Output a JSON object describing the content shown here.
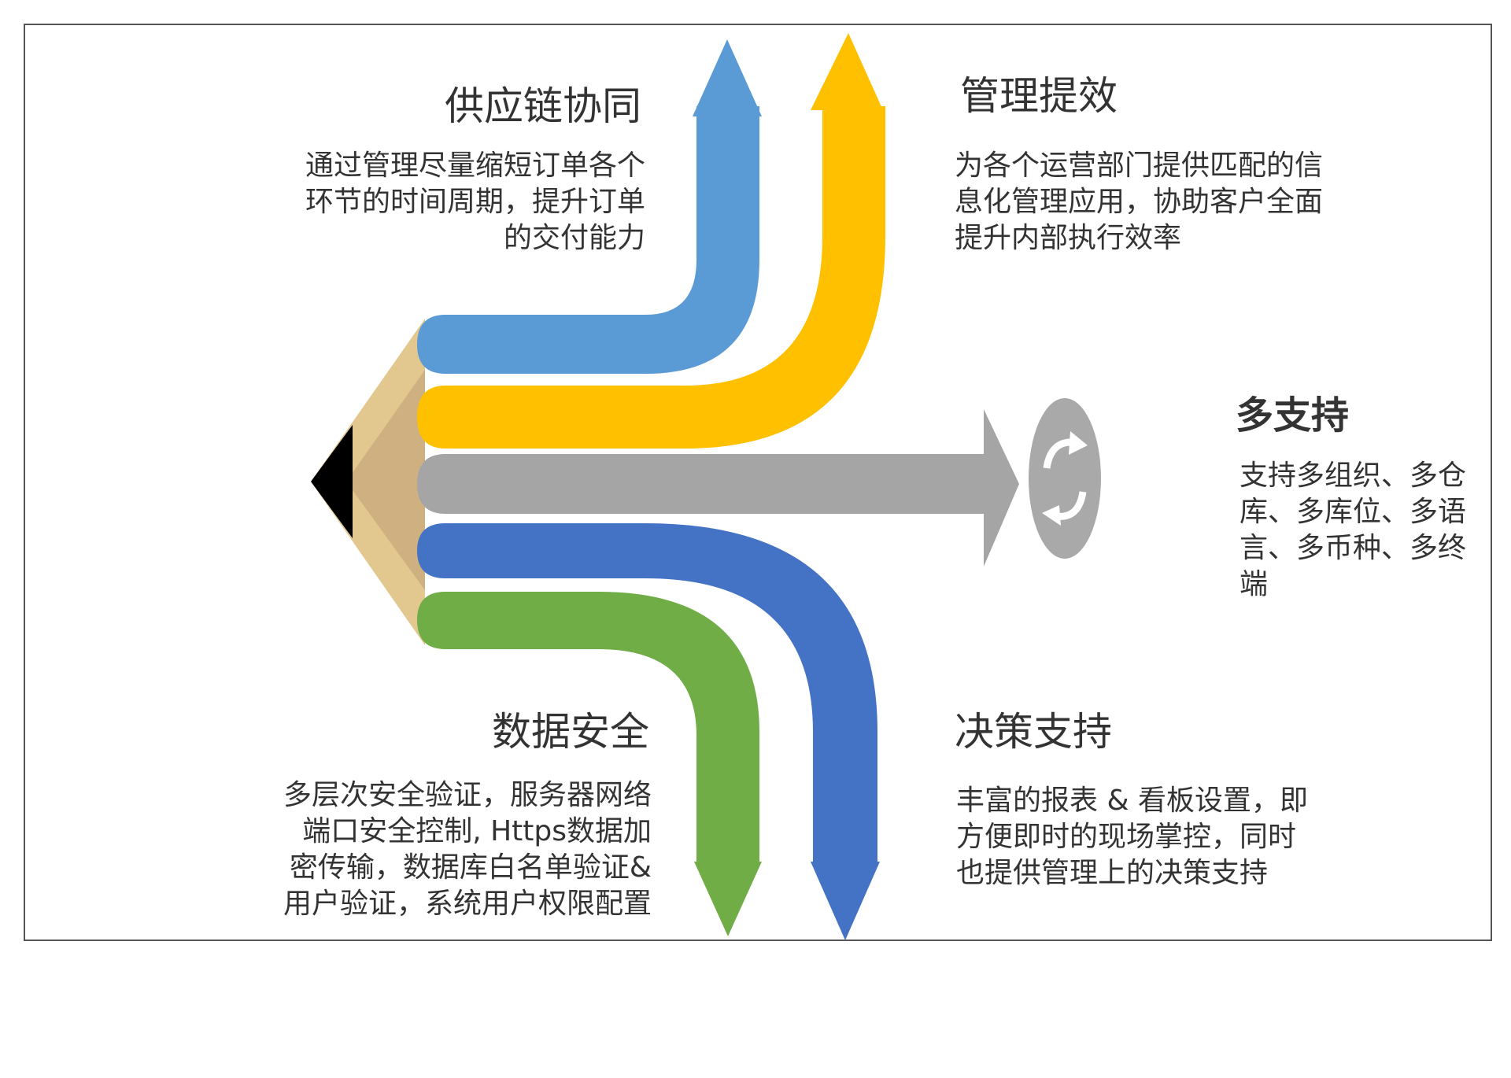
{
  "colors": {
    "supply": "#5b9bd5",
    "mgmt": "#ffc000",
    "multi": "#a5a5a5",
    "decision": "#4472c4",
    "security": "#70ad47",
    "pencil_wood": "#e4c98e",
    "pencil_tip": "#000000",
    "text": "#333333"
  },
  "icons": {
    "refresh": "refresh-icon",
    "pencil": "pencil-icon"
  },
  "sections": {
    "supply_chain": {
      "title": "供应链协同",
      "lines": [
        "通过管理尽量缩短订单各个",
        "环节的时间周期，提升订单",
        "的交付能力"
      ]
    },
    "management": {
      "title": "管理提效",
      "lines": [
        "为各个运营部门提供匹配的信",
        "息化管理应用，协助客户全面",
        "提升内部执行效率"
      ]
    },
    "multi_support": {
      "title": "多支持",
      "lines": [
        "支持多组织、多仓",
        "库、多库位、多语",
        "言、多币种、多终",
        "端"
      ]
    },
    "security": {
      "title": "数据安全",
      "lines": [
        "多层次安全验证，服务器网络",
        "端口安全控制, Https数据加",
        "密传输，数据库白名单验证&",
        "用户验证，系统用户权限配置"
      ]
    },
    "decision": {
      "title": "决策支持",
      "lines": [
        "丰富的报表 & 看板设置，即",
        "方便即时的现场掌控，同时",
        "也提供管理上的决策支持"
      ]
    }
  }
}
